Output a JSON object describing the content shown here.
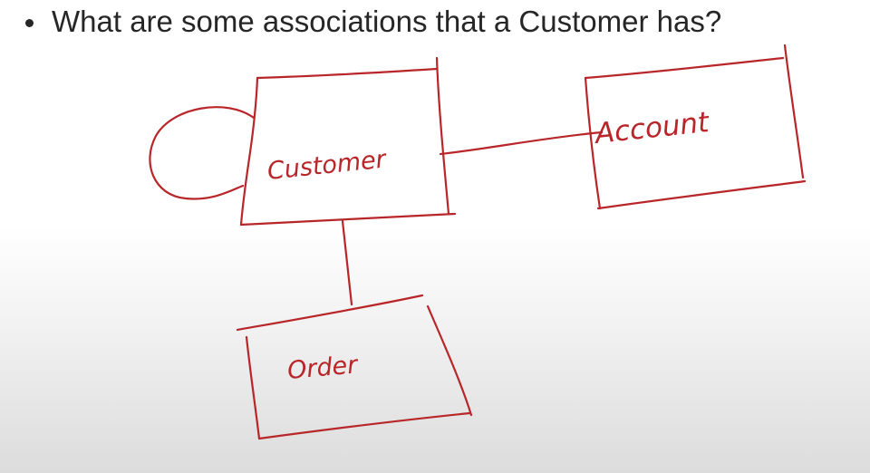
{
  "slide": {
    "bullet_text": "What are some associations that a Customer has?"
  },
  "diagram": {
    "ink_color": "#b8262a",
    "nodes": [
      {
        "id": "customer",
        "label": "Customer"
      },
      {
        "id": "account",
        "label": "Account"
      },
      {
        "id": "order",
        "label": "Order"
      }
    ],
    "edges": [
      {
        "from": "customer",
        "to": "customer",
        "kind": "self-association"
      },
      {
        "from": "customer",
        "to": "account",
        "kind": "association"
      },
      {
        "from": "customer",
        "to": "order",
        "kind": "association"
      }
    ]
  }
}
